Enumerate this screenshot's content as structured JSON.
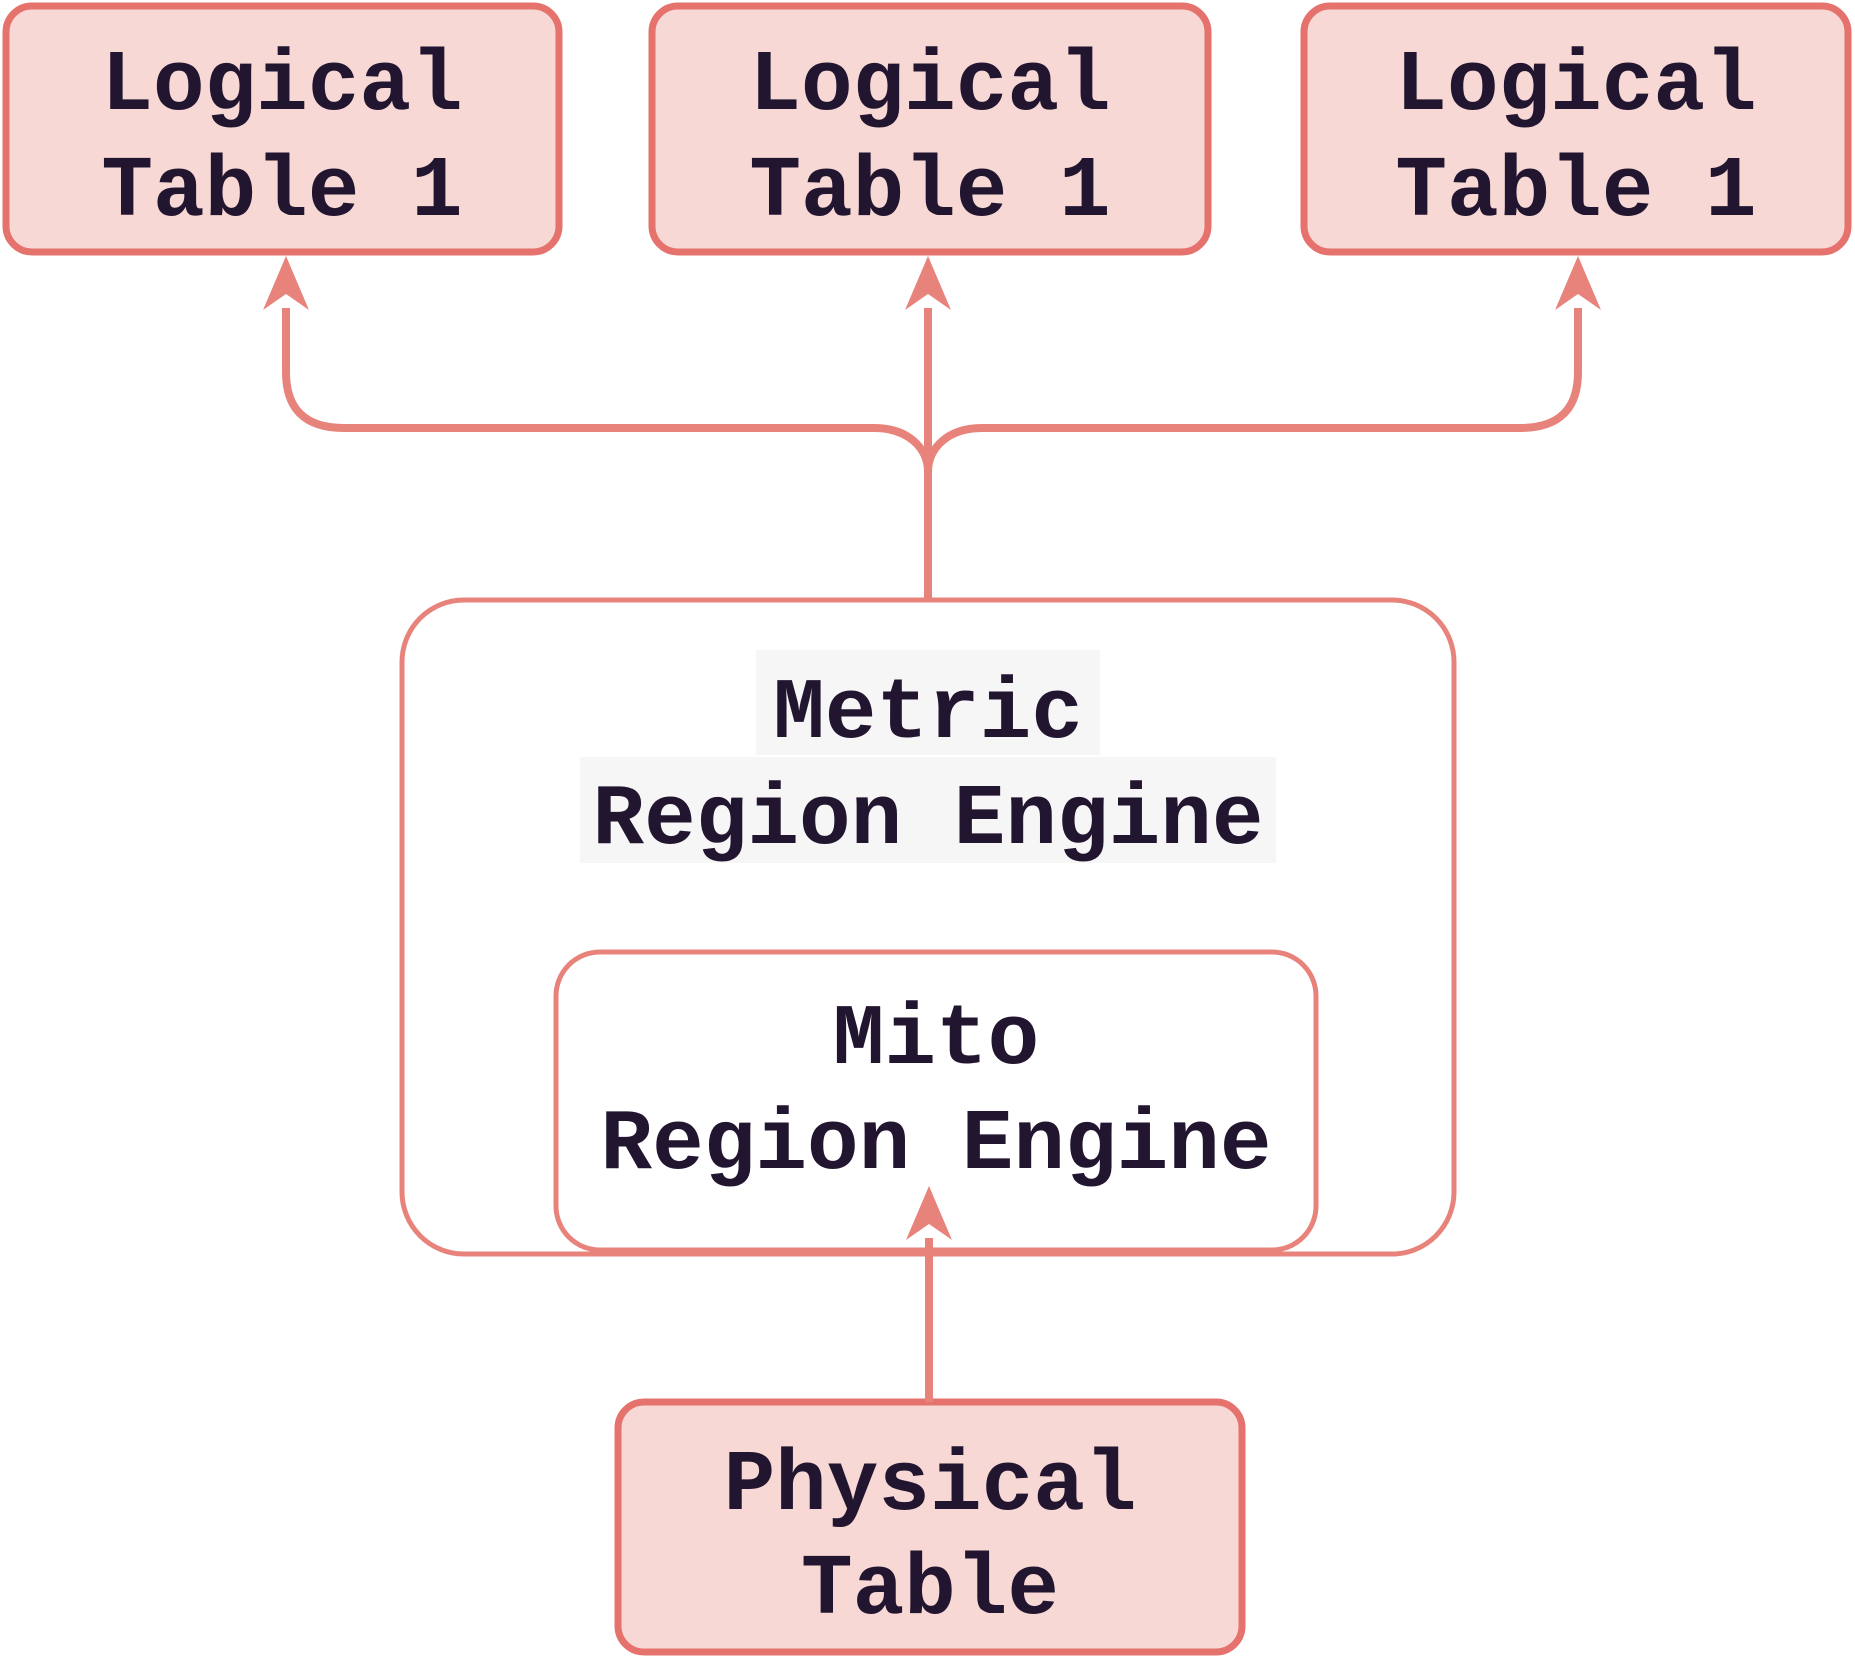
{
  "diagram": {
    "nodes": {
      "logical_left": {
        "lines": [
          "Logical",
          "Table 1"
        ]
      },
      "logical_middle": {
        "lines": [
          "Logical",
          "Table 1"
        ]
      },
      "logical_right": {
        "lines": [
          "Logical",
          "Table 1"
        ]
      },
      "metric_engine": {
        "lines": [
          "Metric",
          "Region Engine"
        ]
      },
      "mito_engine": {
        "lines": [
          "Mito",
          "Region Engine"
        ]
      },
      "physical_table": {
        "lines": [
          "Physical",
          "Table"
        ]
      }
    },
    "edges": [
      {
        "from": "Metric Region Engine",
        "to": "Logical Table 1 (left)"
      },
      {
        "from": "Metric Region Engine",
        "to": "Logical Table 1 (middle)"
      },
      {
        "from": "Metric Region Engine",
        "to": "Logical Table 1 (right)"
      },
      {
        "from": "Physical Table",
        "to": "Mito Region Engine"
      }
    ],
    "colors": {
      "stroke": "#e5726c",
      "arrow": "#e8837c",
      "node_fill": "#f7d8d4",
      "container_fill": "#ffffff",
      "label_bg": "#f6f6f6",
      "text": "#221530",
      "background": "#ffffff"
    }
  }
}
